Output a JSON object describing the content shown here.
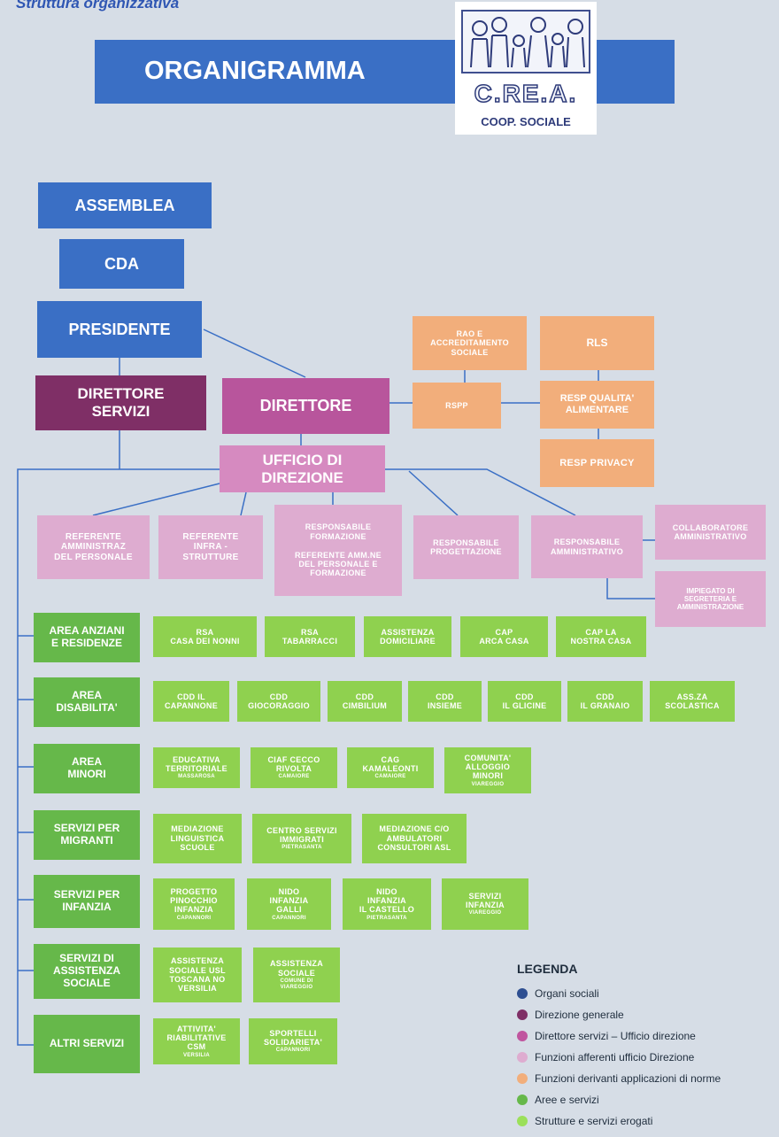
{
  "header": {
    "partial_title": "Struttura organizzativa",
    "banner": "ORGANIGRAMMA",
    "logo_text": "C.RE.A.",
    "logo_sub": "COOP. SOCIALE"
  },
  "governance": {
    "assemblea": "ASSEMBLEA",
    "cda": "CDA",
    "presidente": "PRESIDENTE",
    "direttore_servizi": "DIRETTORE\nSERVIZI",
    "direttore": "DIRETTORE",
    "ufficio_direzione": "UFFICIO DI\nDIREZIONE"
  },
  "norme": {
    "rao": "RAO E\nACCREDITAMENTO\nSOCIALE",
    "rls": "RLS",
    "rspp": "RSPP",
    "qualita": "RESP QUALITA'\nALIMENTARE",
    "privacy": "RESP PRIVACY"
  },
  "funzioni": {
    "ref_personale": "REFERENTE\nAMMINISTRAZ\nDEL PERSONALE",
    "ref_strutture": "REFERENTE\nINFRA -\nSTRUTTURE",
    "resp_formazione": "RESPONSABILE\nFORMAZIONE\n\nREFERENTE AMM.NE\nDEL PERSONALE E\nFORMAZIONE",
    "resp_progettazione": "RESPONSABILE\nPROGETTAZIONE",
    "resp_amministrativo": "RESPONSABILE\nAMMINISTRATIVO",
    "collaboratore": "COLLABORATORE\nAMMINISTRATIVO",
    "impiegato": "IMPIEGATO DI\nSEGRETERIA E\nAMMINISTRAZIONE"
  },
  "areas": [
    {
      "label": "AREA ANZIANI\nE RESIDENZE",
      "items": [
        {
          "text": "RSA\nCASA DEI NONNI"
        },
        {
          "text": "RSA\nTABARRACCI"
        },
        {
          "text": "ASSISTENZA\nDOMICILIARE"
        },
        {
          "text": "CAP\nARCA CASA"
        },
        {
          "text": "CAP LA\nNOSTRA CASA"
        }
      ]
    },
    {
      "label": "AREA\nDISABILITA'",
      "items": [
        {
          "text": "CDD IL\nCAPANNONE"
        },
        {
          "text": "CDD\nGIOCORAGGIO"
        },
        {
          "text": "CDD\nCIMBILIUM"
        },
        {
          "text": "CDD\nINSIEME"
        },
        {
          "text": "CDD\nIL GLICINE"
        },
        {
          "text": "CDD\nIL GRANAIO"
        },
        {
          "text": "ASS.ZA\nSCOLASTICA"
        }
      ]
    },
    {
      "label": "AREA\nMINORI",
      "items": [
        {
          "text": "EDUCATIVA\nTERRITORIALE",
          "sub": "MASSAROSA"
        },
        {
          "text": "CIAF CECCO\nRIVOLTA",
          "sub": "CAMAIORE"
        },
        {
          "text": "CAG\nKAMALEONTI",
          "sub": "CAMAIORE"
        },
        {
          "text": "COMUNITA'\nALLOGGIO\nMINORI",
          "sub": "VIAREGGIO"
        }
      ]
    },
    {
      "label": "SERVIZI PER\nMIGRANTI",
      "items": [
        {
          "text": "MEDIAZIONE\nLINGUISTICA\nSCUOLE"
        },
        {
          "text": "CENTRO SERVIZI\nIMMIGRATI",
          "sub": "PIETRASANTA"
        },
        {
          "text": "MEDIAZIONE C/O\nAMBULATORI\nCONSULTORI ASL"
        }
      ]
    },
    {
      "label": "SERVIZI PER\nINFANZIA",
      "items": [
        {
          "text": "PROGETTO\nPINOCCHIO\nINFANZIA",
          "sub": "CAPANNORI"
        },
        {
          "text": "NIDO\nINFANZIA\nGALLI",
          "sub": "CAPANNORI"
        },
        {
          "text": "NIDO\nINFANZIA\nIL CASTELLO",
          "sub": "PIETRASANTA"
        },
        {
          "text": "SERVIZI\nINFANZIA",
          "sub": "VIAREGGIO"
        }
      ]
    },
    {
      "label": "SERVIZI DI\nASSISTENZA\nSOCIALE",
      "items": [
        {
          "text": "ASSISTENZA\nSOCIALE USL\nTOSCANA NO\nVERSILIA"
        },
        {
          "text": "ASSISTENZA\nSOCIALE",
          "sub": "COMUNE DI\nVIAREGGIO"
        }
      ]
    },
    {
      "label": "ALTRI SERVIZI",
      "items": [
        {
          "text": "ATTIVITA'\nRIABILITATIVE\nCSM",
          "sub": "VERSILIA"
        },
        {
          "text": "SPORTELLI\nSOLIDARIETA'",
          "sub": "CAPANNORI"
        }
      ]
    }
  ],
  "legend": {
    "title": "LEGENDA",
    "items": [
      {
        "label": "Organi sociali",
        "color": "#2e4f91"
      },
      {
        "label": "Direzione generale",
        "color": "#7f2f66"
      },
      {
        "label": "Direttore servizi – Ufficio direzione",
        "color": "#c0559f"
      },
      {
        "label": "Funzioni afferenti ufficio Direzione",
        "color": "#deacd0"
      },
      {
        "label": "Funzioni derivanti applicazioni di norme",
        "color": "#f2ae7b"
      },
      {
        "label": "Aree e servizi",
        "color": "#66b84a"
      },
      {
        "label": "Strutture e servizi erogati",
        "color": "#9be05a"
      }
    ]
  }
}
